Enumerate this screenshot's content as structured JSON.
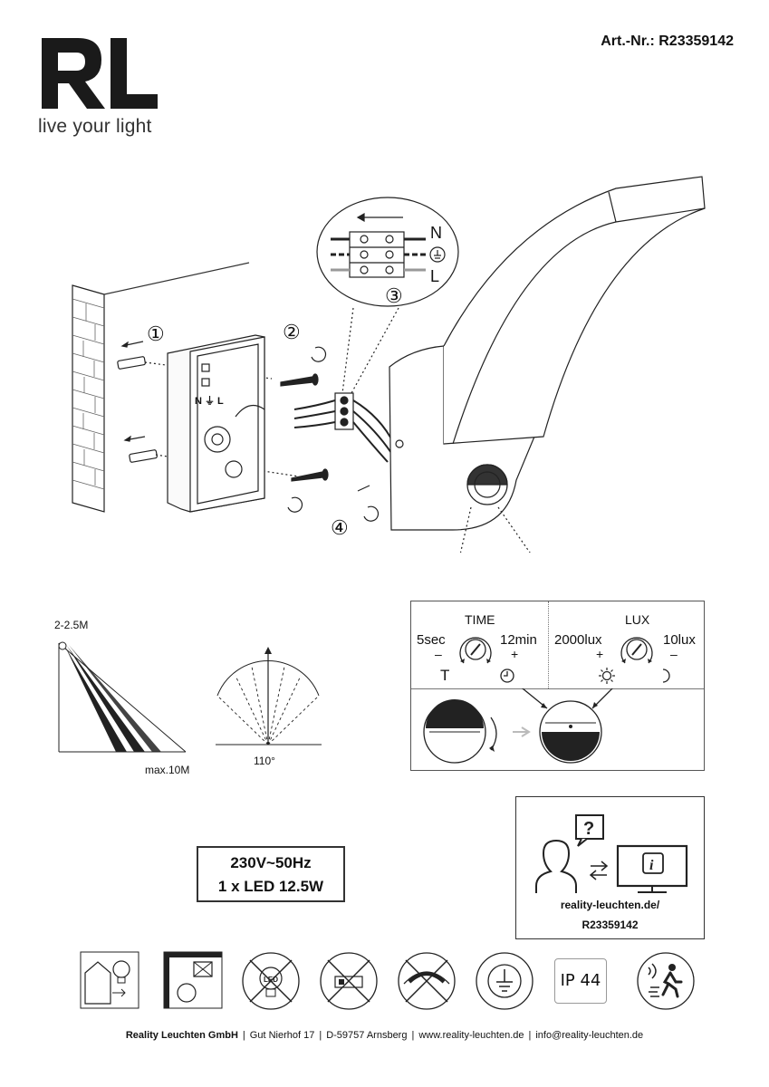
{
  "header": {
    "logo_text": "RL",
    "tagline": "live your light",
    "art_nr": "Art.-Nr.: R23359142"
  },
  "installation": {
    "steps": [
      "①",
      "②",
      "③",
      "④"
    ],
    "wiring_labels": [
      "N",
      "L"
    ]
  },
  "sensor_settings": {
    "time": {
      "label": "TIME",
      "min": "5sec",
      "max": "12min",
      "minus": "–",
      "plus": "+",
      "min_symbol": "T"
    },
    "lux": {
      "label": "LUX",
      "min": "2000lux",
      "max": "10lux",
      "plus": "+",
      "minus": "–"
    }
  },
  "detection": {
    "mount_height": "2-2.5M",
    "range": "max.10M",
    "angle": "110°"
  },
  "specs": {
    "line1": "230V~50Hz",
    "line2": "1 x LED 12.5W"
  },
  "info_box": {
    "url": "reality-leuchten.de/",
    "code": "R23359142"
  },
  "icons": [
    {
      "name": "indoor-outdoor-bulb-icon"
    },
    {
      "name": "no-direct-view-icon"
    },
    {
      "name": "led-not-replaceable-icon"
    },
    {
      "name": "driver-not-replaceable-icon"
    },
    {
      "name": "not-dimmable-icon"
    },
    {
      "name": "protection-class-1-icon"
    },
    {
      "name": "ip-rating-icon",
      "label": "IP 44"
    },
    {
      "name": "motion-sensor-icon"
    }
  ],
  "footer": {
    "company": "Reality Leuchten GmbH",
    "address": "Gut Nierhof 17",
    "city": "D-59757 Arnsberg",
    "website": "www.reality-leuchten.de",
    "email": "info@reality-leuchten.de"
  }
}
